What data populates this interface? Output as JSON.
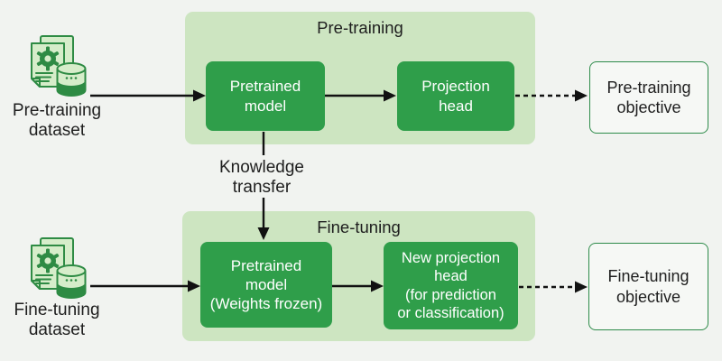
{
  "diagram": {
    "pretraining": {
      "title": "Pre-training",
      "dataset_label": "Pre-training\ndataset",
      "model_box": "Pretrained\nmodel",
      "projection_box": "Projection\nhead",
      "objective_box": "Pre-training\nobjective"
    },
    "transfer": {
      "label": "Knowledge\ntransfer"
    },
    "finetuning": {
      "title": "Fine-tuning",
      "dataset_label": "Fine-tuning\ndataset",
      "model_box": "Pretrained\nmodel\n(Weights frozen)",
      "projection_box": "New projection\nhead\n(for prediction\nor classification)",
      "objective_box": "Fine-tuning\nobjective"
    },
    "icons": {
      "dataset_icon": "documents-with-gear-and-database"
    },
    "colors": {
      "background": "#f1f3f0",
      "section_fill": "#cde5c1",
      "box_fill": "#2f9e4a",
      "box_text": "#ffffff",
      "icon_fill": "#d6edca",
      "icon_stroke": "#2e8b44",
      "objective_fill": "#f6f8f5",
      "objective_border": "#2e8b4a",
      "text": "#1e1e1e",
      "arrow": "#111111"
    }
  }
}
